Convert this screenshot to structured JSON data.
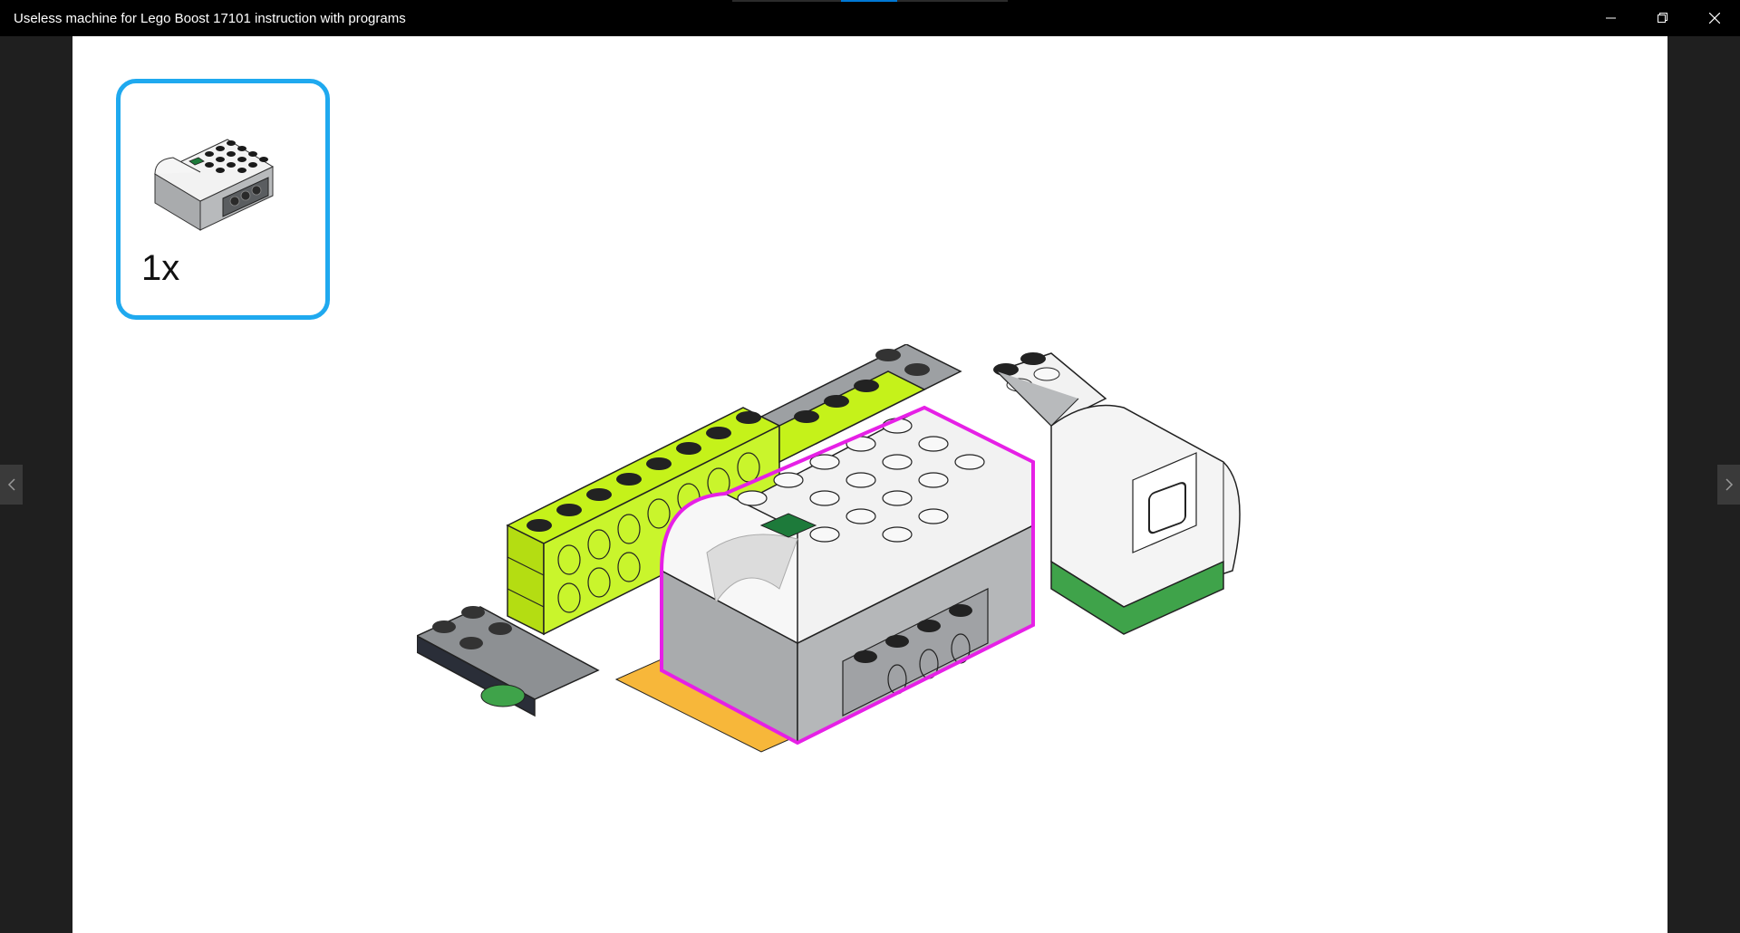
{
  "window": {
    "title": "Useless machine for Lego Boost 17101 instruction with programs",
    "caption_buttons": {
      "minimize_icon": "minimize-icon",
      "restore_icon": "restore-icon",
      "close_icon": "close-icon"
    }
  },
  "navigation": {
    "prev_icon": "chevron-left-icon",
    "next_icon": "chevron-right-icon"
  },
  "instruction_step": {
    "parts": [
      {
        "quantity": "1x",
        "part": "move-hub"
      }
    ]
  },
  "colors": {
    "callout_border": "#1fa9ef",
    "highlight_outline": "#e620e6",
    "lime_brick": "#c5f21a",
    "hub_white": "#f2f2f2",
    "hub_gray": "#a9abad",
    "green_plate": "#3fa34a",
    "orange_plate": "#f7b73a"
  }
}
